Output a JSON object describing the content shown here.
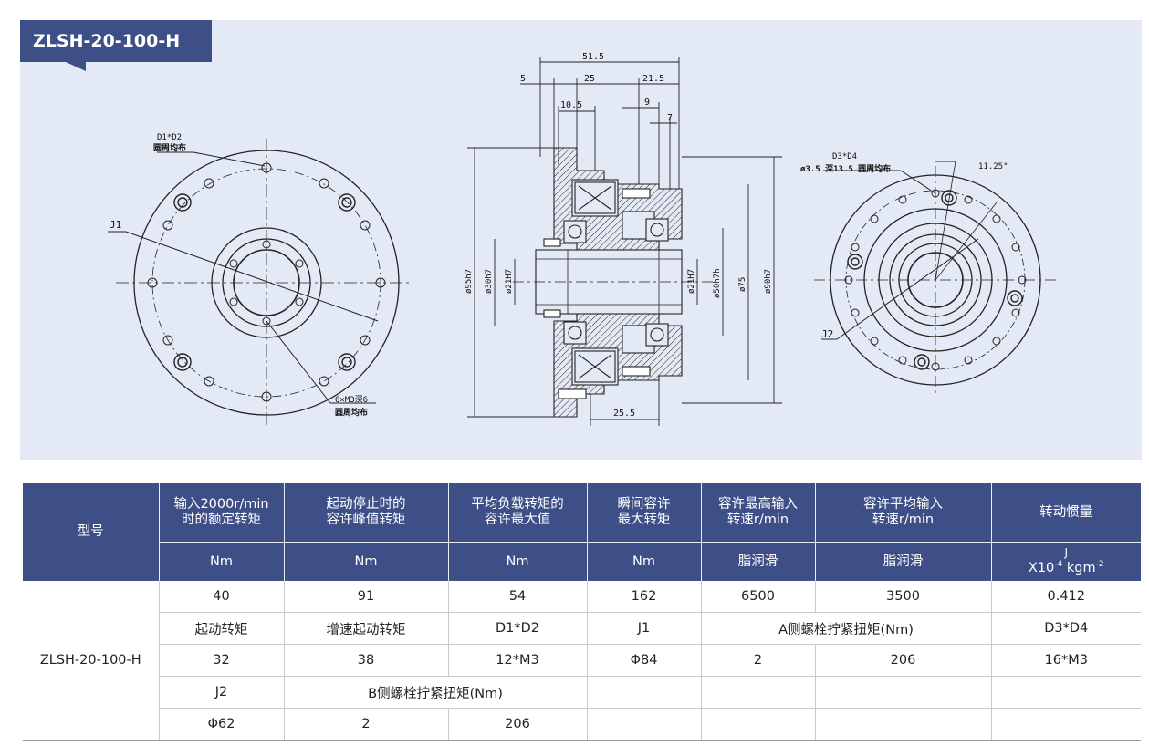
{
  "model_tag": "ZLSH-20-100-H",
  "drawing": {
    "front": {
      "hole_label_1": "D1*D2",
      "hole_label_2": "圆周均布",
      "pcd_label": "J1",
      "thread_label_1": "6×M3深6",
      "thread_label_2": "圆周均布"
    },
    "section": {
      "dim_total": "51.5",
      "dim_5": "5",
      "dim_25": "25",
      "dim_21_5": "21.5",
      "dim_10_5": "10.5",
      "dim_9": "9",
      "dim_7": "7",
      "dim_25_5": "25.5",
      "dia_95": "ø95h7",
      "dia_30": "ø30h7",
      "dia_21_left": "ø21H7",
      "dia_21_right": "ø21H7",
      "dia_50": "ø50h7h",
      "dia_75": "ø75",
      "dia_90": "ø90h7"
    },
    "rear": {
      "hole_label_1": "D3*D4",
      "hole_label_2": "ø3.5 深13.5 圆周均布",
      "angle_label": "11.25°",
      "pcd_label": "J2"
    }
  },
  "table": {
    "headers": [
      "型号",
      "输入2000r/min\n时的额定转矩",
      "起动停止时的\n容许峰值转矩",
      "平均负载转矩的\n容许最大值",
      "瞬间容许\n最大转矩",
      "容许最高输入\n转速r/min",
      "容许平均输入\n转速r/min",
      "转动惯量"
    ],
    "units": [
      "Nm",
      "Nm",
      "Nm",
      "Nm",
      "脂润滑",
      "脂润滑"
    ],
    "inertia_unit": {
      "sym": "J",
      "base": "X10",
      "exp": "-4",
      "unit": "kgm",
      "unit_exp": "-2"
    },
    "model": "ZLSH-20-100-H",
    "row1": [
      "40",
      "91",
      "54",
      "162",
      "6500",
      "3500",
      "0.412"
    ],
    "row2": [
      "起动转矩",
      "增速起动转矩",
      "D1*D2",
      "J1",
      "A侧螺栓拧紧扭矩(Nm)",
      "D3*D4"
    ],
    "row3": [
      "32",
      "38",
      "12*M3",
      "Φ84",
      "2",
      "206",
      "16*M3"
    ],
    "row4": [
      "J2",
      "B侧螺栓拧紧扭矩(Nm)"
    ],
    "row5": [
      "Φ62",
      "2",
      "206"
    ]
  }
}
